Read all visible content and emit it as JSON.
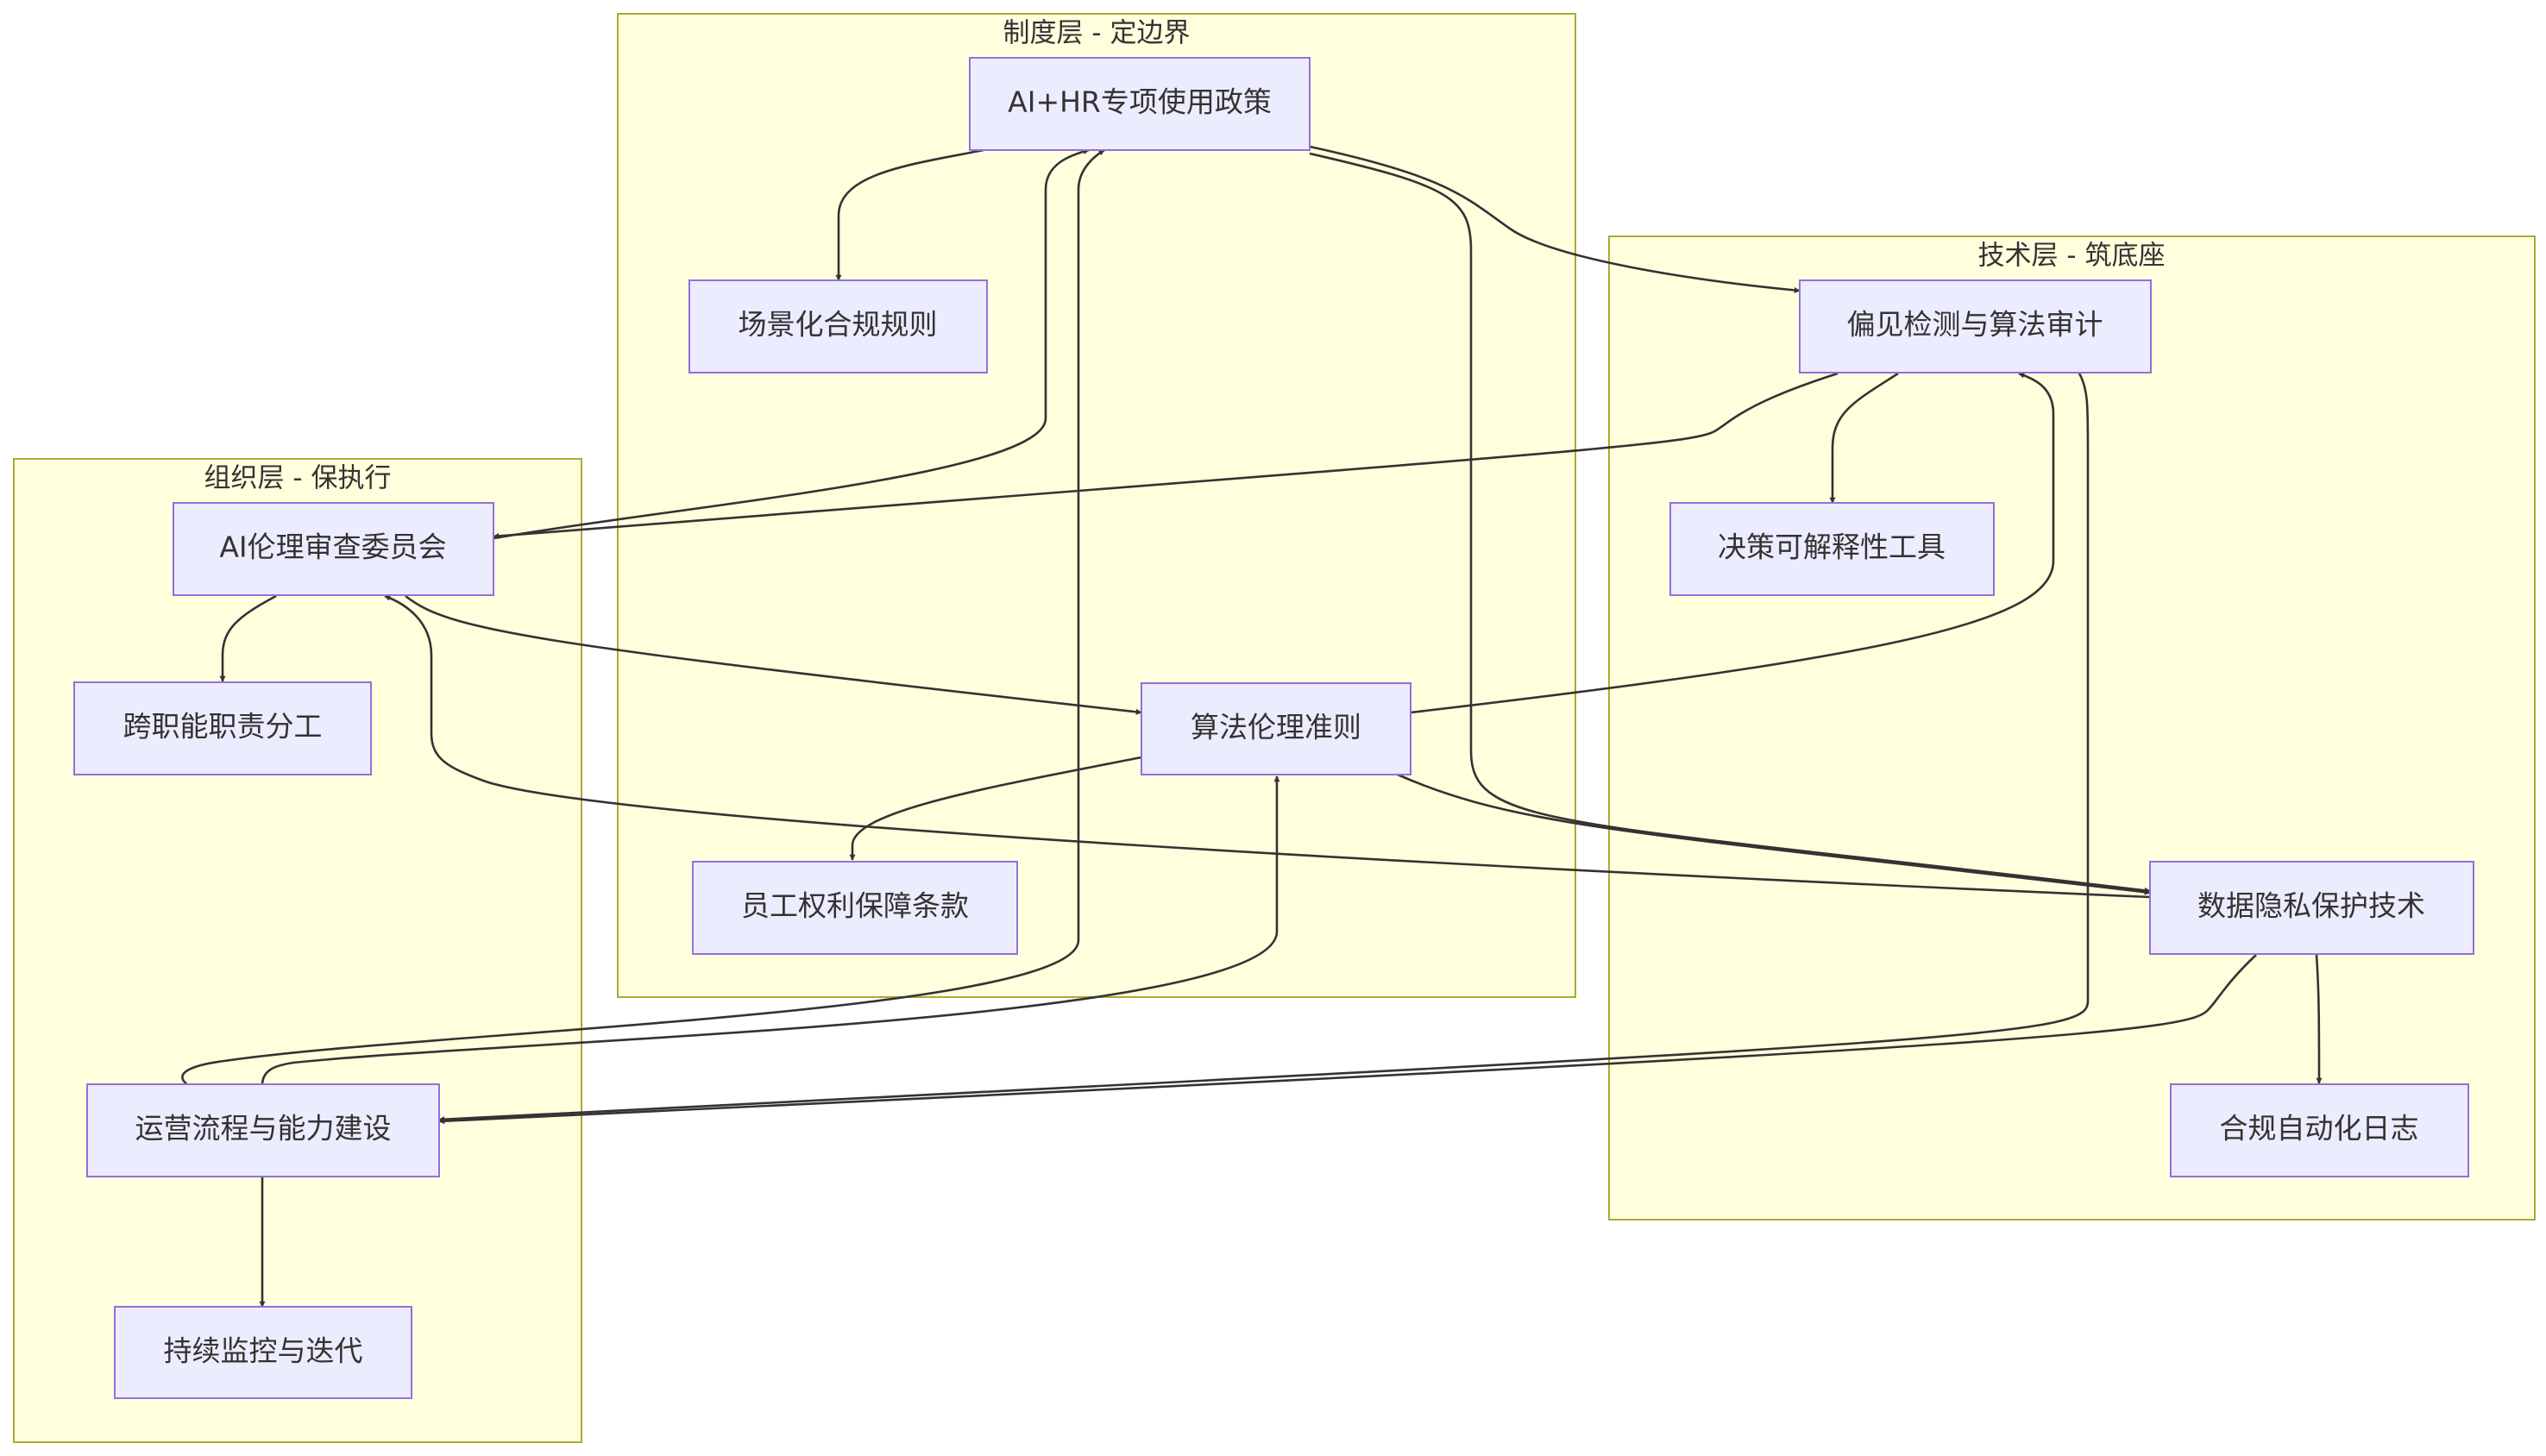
{
  "colors": {
    "cluster_fill": "#ffffde",
    "cluster_border": "#aaaa33",
    "node_fill": "#ececff",
    "node_border": "#9370db",
    "edge": "#333333",
    "text": "#333333"
  },
  "clusters": {
    "institution": {
      "title": "制度层 - 定边界"
    },
    "technology": {
      "title": "技术层 - 筑底座"
    },
    "organization": {
      "title": "组织层 - 保执行"
    }
  },
  "nodes": {
    "policy": "AI+HR专项使用政策",
    "scenario_rules": "场景化合规规则",
    "ethics_guidelines": "算法伦理准则",
    "employee_rights": "员工权利保障条款",
    "bias_audit": "偏见检测与算法审计",
    "explainability": "决策可解释性工具",
    "privacy_tech": "数据隐私保护技术",
    "compliance_log": "合规自动化日志",
    "ethics_committee": "AI伦理审查委员会",
    "cross_functional": "跨职能职责分工",
    "operations": "运营流程与能力建设",
    "monitoring": "持续监控与迭代"
  }
}
